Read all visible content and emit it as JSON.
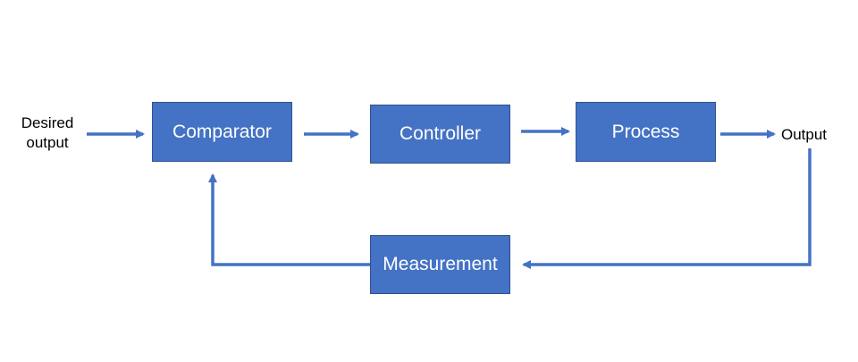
{
  "blocks": {
    "comparator": "Comparator",
    "controller": "Controller",
    "process": "Process",
    "measurement": "Measurement"
  },
  "signals": {
    "input_line1": "Desired",
    "input_line2": "output",
    "output": "Output"
  },
  "colors": {
    "block_fill": "#4472c4",
    "block_border": "#2f528f",
    "arrow": "#4472c4",
    "block_text": "#ffffff",
    "label_text": "#000000"
  }
}
